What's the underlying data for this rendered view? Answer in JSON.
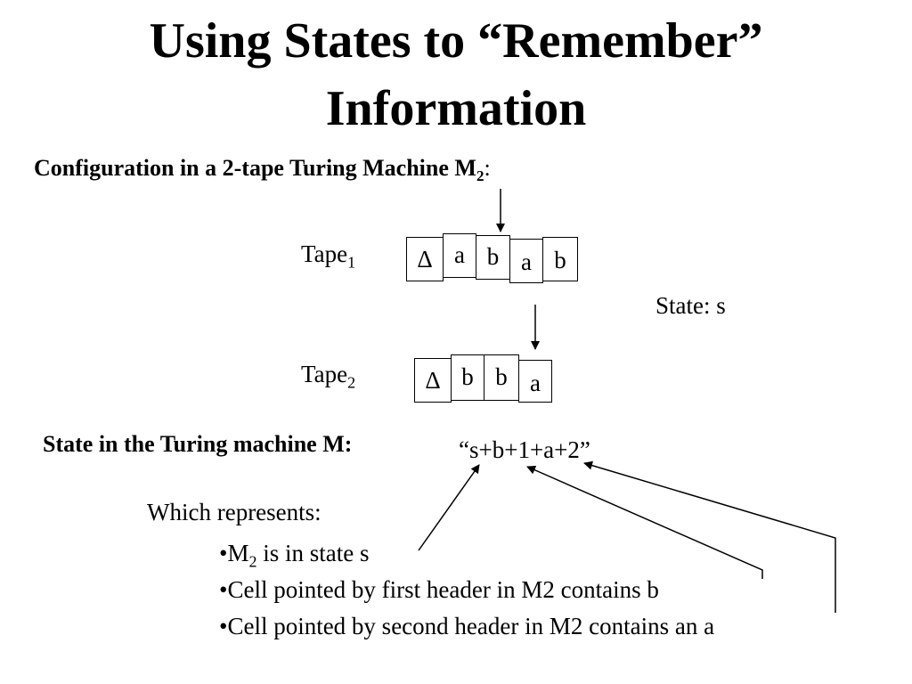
{
  "title": {
    "line1": "Using States to “Remember”",
    "line2": "Information"
  },
  "config_heading": {
    "text": "Configuration in a 2-tape Turing Machine M",
    "subscript": "2",
    "suffix": ":"
  },
  "tape1": {
    "label": "Tape",
    "subscript": "1",
    "cells": [
      "Δ",
      "a",
      "b",
      "a",
      "b"
    ]
  },
  "tape2": {
    "label": "Tape",
    "subscript": "2",
    "cells": [
      "Δ",
      "b",
      "b",
      "a"
    ]
  },
  "state_label": "State: s",
  "state_heading": "State in the Turing machine M:",
  "state_value": "“s+b+1+a+2”",
  "represents_label": "Which represents:",
  "bullets": [
    {
      "prefix": "•M",
      "subscript": "2",
      "text": " is in state s"
    },
    {
      "prefix": "",
      "subscript": "",
      "text": "•Cell pointed by first header in M2 contains b"
    },
    {
      "prefix": "",
      "subscript": "",
      "text": "•Cell pointed by second header in M2 contains an a"
    }
  ]
}
